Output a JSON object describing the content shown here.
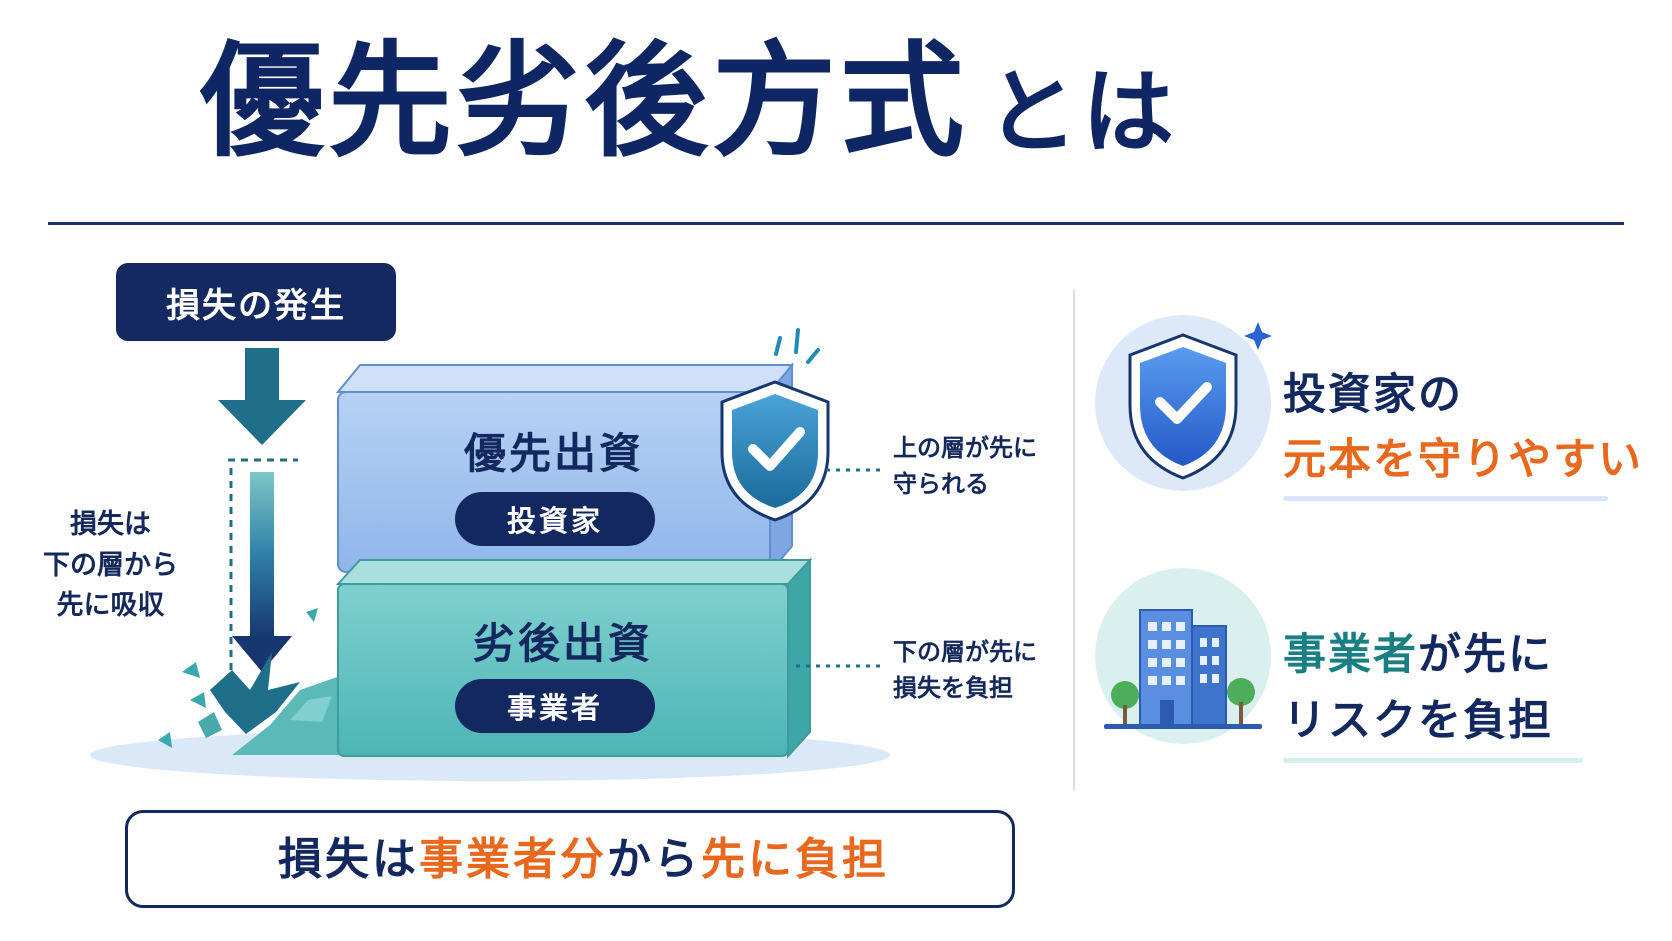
{
  "title": {
    "main": "優先劣後方式",
    "suffix": "とは"
  },
  "loss_event": "損失の発生",
  "absorb_note": [
    "損失は",
    "下の層から",
    "先に吸収"
  ],
  "senior_block": {
    "title": "優先出資",
    "holder": "投資家"
  },
  "junior_block": {
    "title": "劣後出資",
    "holder": "事業者"
  },
  "senior_note": [
    "上の層が先に",
    "守られる"
  ],
  "junior_note": [
    "下の層が先に",
    "損失を負担"
  ],
  "benefit_investor": {
    "line1": "投資家の",
    "line2": "元本を守りやすい"
  },
  "benefit_operator": {
    "line1_highlight": "事業者",
    "line1_rest": "が先に",
    "line2": "リスクを負担"
  },
  "summary": {
    "part1": "損失は",
    "part2": "事業者分",
    "part3": "から",
    "part4": "先に負担"
  },
  "colors": {
    "navy": "#13285e",
    "orange": "#e8681e",
    "teal": "#1a7f83",
    "senior_blue": "#9cc0ee",
    "junior_teal": "#5ec2c1"
  },
  "icons": [
    "down-arrow-icon",
    "shield-check-icon",
    "building-icon",
    "lightbulb-icon",
    "impact-burst-icon",
    "sparkle-icon"
  ]
}
